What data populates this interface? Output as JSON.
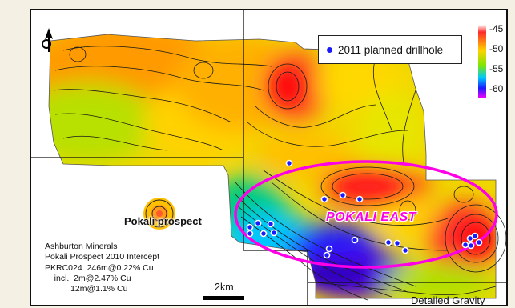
{
  "legend": {
    "label": "2011 planned drillhole",
    "dot_color": "#1a1aff"
  },
  "color_scale": {
    "ticks": [
      "-45",
      "-50",
      "-55",
      "-60"
    ],
    "colors": [
      "#ff2a2a",
      "#ffd200",
      "#7fe600",
      "#00c8ff",
      "#1a1aff",
      "#ff00ff"
    ]
  },
  "labels": {
    "prospect": "Pokali prospect",
    "target": "POKALI EAST",
    "target_color": "#ff00e6",
    "scale_bar": "2km",
    "footer": "Detailed Gravity"
  },
  "intercept": {
    "lines": [
      "Ashburton Minerals",
      "Pokali Prospect 2010 Intercept",
      "PKRC024  246m@0.22% Cu",
      "    incl.  2m@2.47% Cu",
      "           12m@1.1% Cu"
    ]
  },
  "icons": [
    "north-arrow-icon",
    "prospect-target-icon"
  ]
}
